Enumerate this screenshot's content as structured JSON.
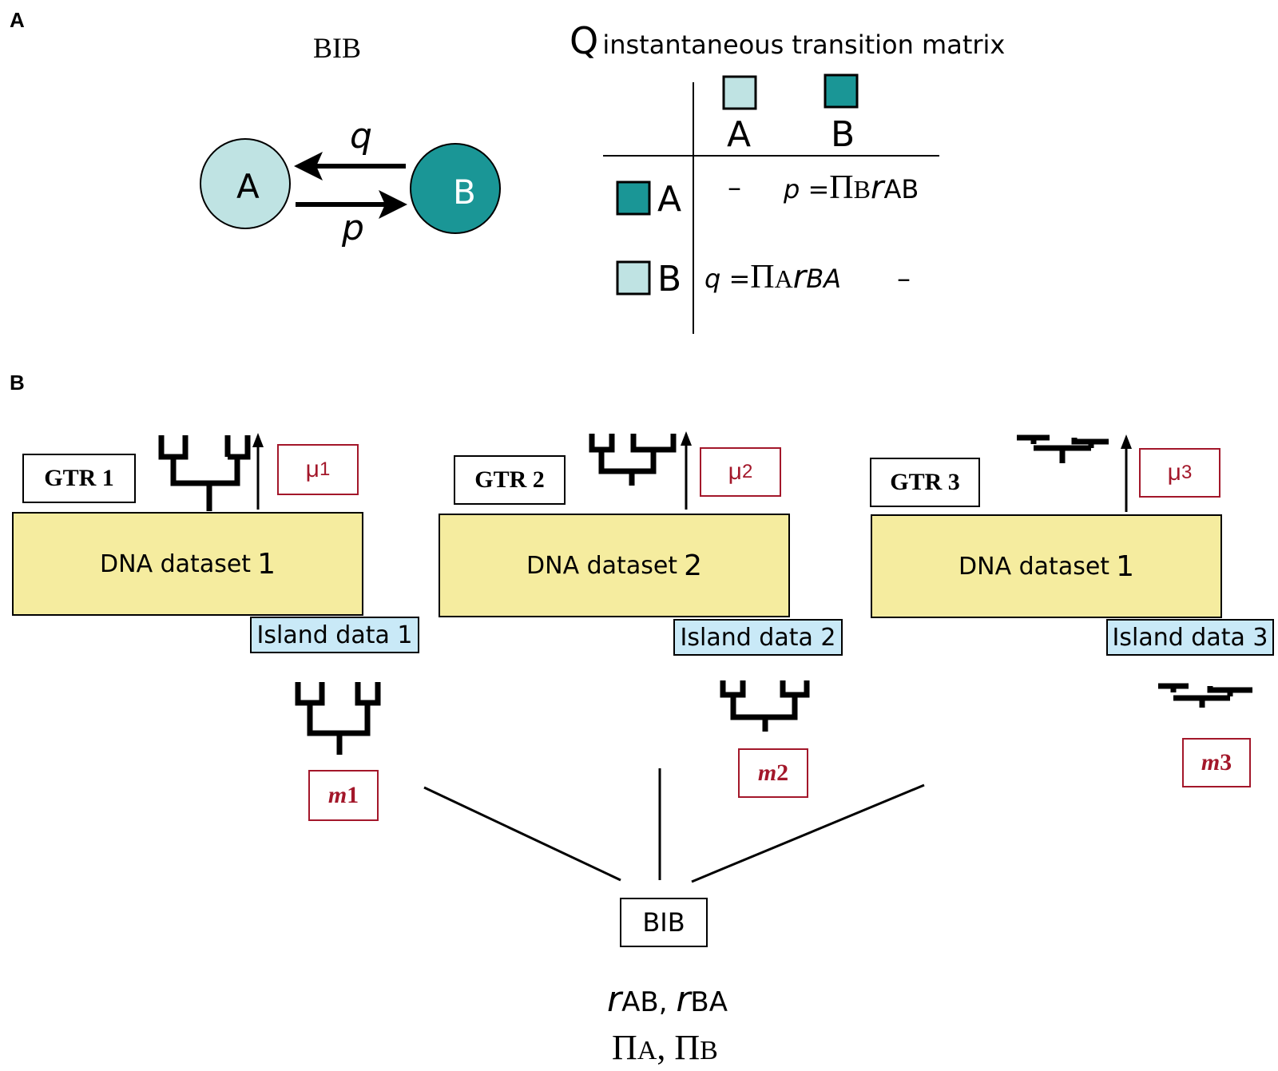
{
  "colors": {
    "state_a_fill": "#bfe3e3",
    "state_b_fill": "#1a9696",
    "dna_fill": "#f5ec9f",
    "island_fill": "#c9e9f7",
    "rate_red": "#a3172a"
  },
  "panel_a": {
    "label": "A",
    "title": "BIB",
    "state_a": "A",
    "state_b": "B",
    "rate_q": "q",
    "rate_p": "p",
    "matrix_symbol": "Q",
    "matrix_title": "instantaneous transition matrix",
    "col_a": "A",
    "col_b": "B",
    "row_a": "A",
    "row_b": "B",
    "dash": "–",
    "p_lhs": "p",
    "q_lhs": "q",
    "eq": "=",
    "pi": "Π",
    "p_pi_sub": "B",
    "q_pi_sub": "A",
    "r": "r",
    "p_r_sub": "AB",
    "q_r_sub": "BA"
  },
  "panel_b": {
    "label": "B",
    "datasets": [
      {
        "gtr": "GTR 1",
        "mu": "μ",
        "mu_sub": "1",
        "dna": "DNA dataset",
        "dna_num": "1",
        "island": "Island data 1",
        "m": "m",
        "m_num": "1"
      },
      {
        "gtr": "GTR 2",
        "mu": "μ",
        "mu_sub": "2",
        "dna": "DNA dataset",
        "dna_num": "2",
        "island": "Island data 2",
        "m": "m",
        "m_num": "2"
      },
      {
        "gtr": "GTR 3",
        "mu": "μ",
        "mu_sub": "3",
        "dna": "DNA dataset",
        "dna_num": "1",
        "island": "Island data 3",
        "m": "m",
        "m_num": "3"
      }
    ],
    "bib": "BIB",
    "rates_r": "r",
    "rates_ab": "AB",
    "rates_sep": ",",
    "rates_ba": "BA",
    "pi": "Π",
    "pi_a": "A",
    "pi_b": "B"
  }
}
